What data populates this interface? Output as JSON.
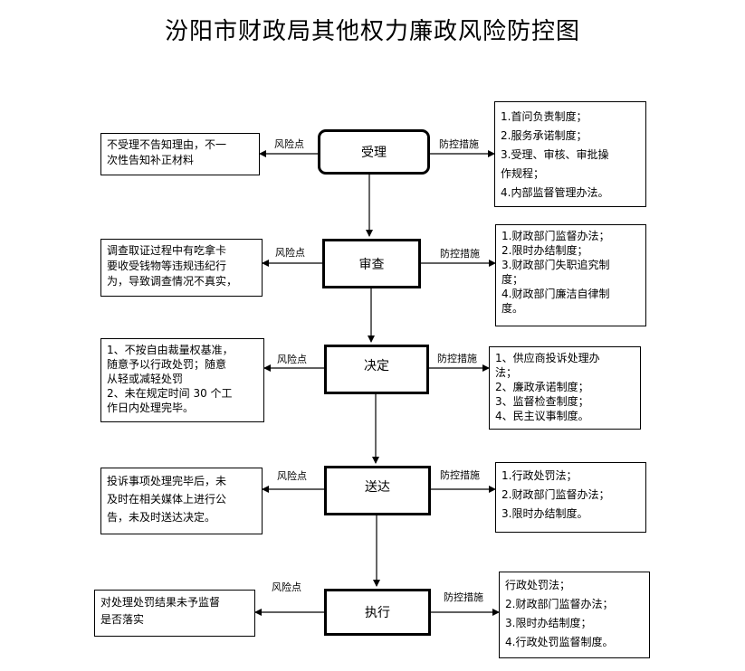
{
  "title": "汾阳市财政局其他权力廉政风险防控图",
  "labels": {
    "risk": "风险点",
    "control": "防控措施"
  },
  "stages": [
    {
      "name": "受理",
      "risk": [
        "不受理不告知理由，不一",
        "次性告知补正材料"
      ],
      "controls": [
        "1.首问负责制度；",
        "2.服务承诺制度；",
        "3.受理、审核、审批操",
        "作规程；",
        "4.内部监督管理办法。"
      ]
    },
    {
      "name": "审查",
      "risk": [
        "调查取证过程中有吃拿卡",
        "要收受钱物等违规违纪行",
        "为，导致调查情况不真实，"
      ],
      "controls": [
        "1.财政部门监督办法；",
        "2.限时办结制度；",
        "3.财政部门失职追究制",
        "度；",
        "4.财政部门廉洁自律制",
        "度。"
      ]
    },
    {
      "name": "决定",
      "risk": [
        "1、不按自由裁量权基准，",
        "随意予以行政处罚；随意",
        "从轻或减轻处罚",
        "2、未在规定时间 30 个工",
        "作日内处理完毕。"
      ],
      "controls": [
        "1、供应商投诉处理办",
        "法；",
        "2、廉政承诺制度；",
        "3、监督检查制度；",
        "4、民主议事制度。"
      ]
    },
    {
      "name": "送达",
      "risk": [
        "投诉事项处理完毕后，未",
        "及时在相关媒体上进行公",
        "告，未及时送达决定。"
      ],
      "controls": [
        "1.行政处罚法；",
        "2.财政部门监督办法；",
        "3.限时办结制度。"
      ]
    },
    {
      "name": "执行",
      "risk": [
        "对处理处罚结果未予监督",
        "是否落实"
      ],
      "controls": [
        "行政处罚法；",
        "2.财政部门监督办法；",
        "3.限时办结制度；",
        "4.行政处罚监督制度。"
      ]
    }
  ]
}
